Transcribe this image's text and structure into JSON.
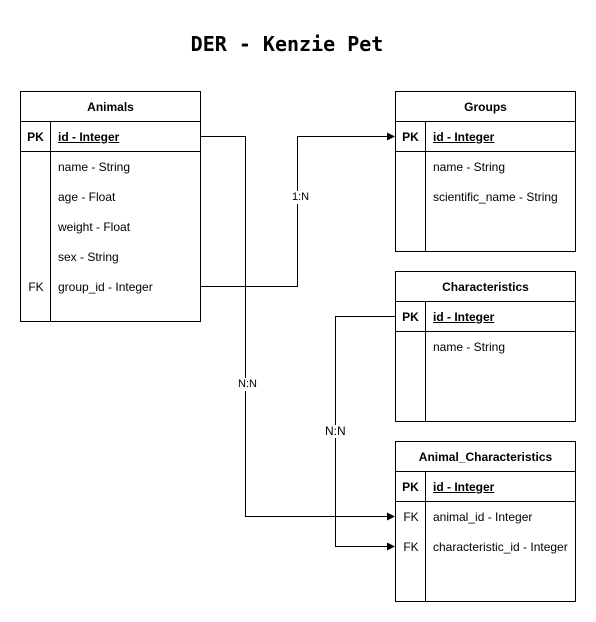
{
  "title": "DER - Kenzie Pet",
  "entities": {
    "animals": {
      "name": "Animals",
      "pk": {
        "key": "PK",
        "field": "id - Integer"
      },
      "rows": [
        {
          "key": "",
          "field": "name - String"
        },
        {
          "key": "",
          "field": "age - Float"
        },
        {
          "key": "",
          "field": "weight - Float"
        },
        {
          "key": "",
          "field": "sex - String"
        },
        {
          "key": "FK",
          "field": "group_id - Integer"
        }
      ]
    },
    "groups": {
      "name": "Groups",
      "pk": {
        "key": "PK",
        "field": "id - Integer"
      },
      "rows": [
        {
          "key": "",
          "field": "name - String"
        },
        {
          "key": "",
          "field": "scientific_name - String"
        }
      ]
    },
    "characteristics": {
      "name": "Characteristics",
      "pk": {
        "key": "PK",
        "field": "id - Integer"
      },
      "rows": [
        {
          "key": "",
          "field": "name - String"
        }
      ]
    },
    "animal_characteristics": {
      "name": "Animal_Characteristics",
      "pk": {
        "key": "PK",
        "field": "id - Integer"
      },
      "rows": [
        {
          "key": "FK",
          "field": "animal_id - Integer"
        },
        {
          "key": "FK",
          "field": "characteristic_id - Integer"
        }
      ]
    }
  },
  "relations": {
    "animals_groups": "1:N",
    "animals_animal_characteristics": "N:N",
    "characteristics_animal_characteristics": "N:N"
  }
}
